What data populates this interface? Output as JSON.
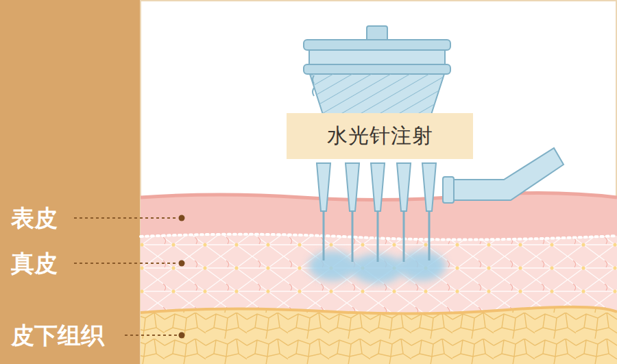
{
  "diagram": {
    "nodes": [
      {
        "text": [
          "水光针注射"
        ]
      }
    ],
    "labels": [
      "表皮",
      "真皮",
      "皮下组织"
    ]
  }
}
